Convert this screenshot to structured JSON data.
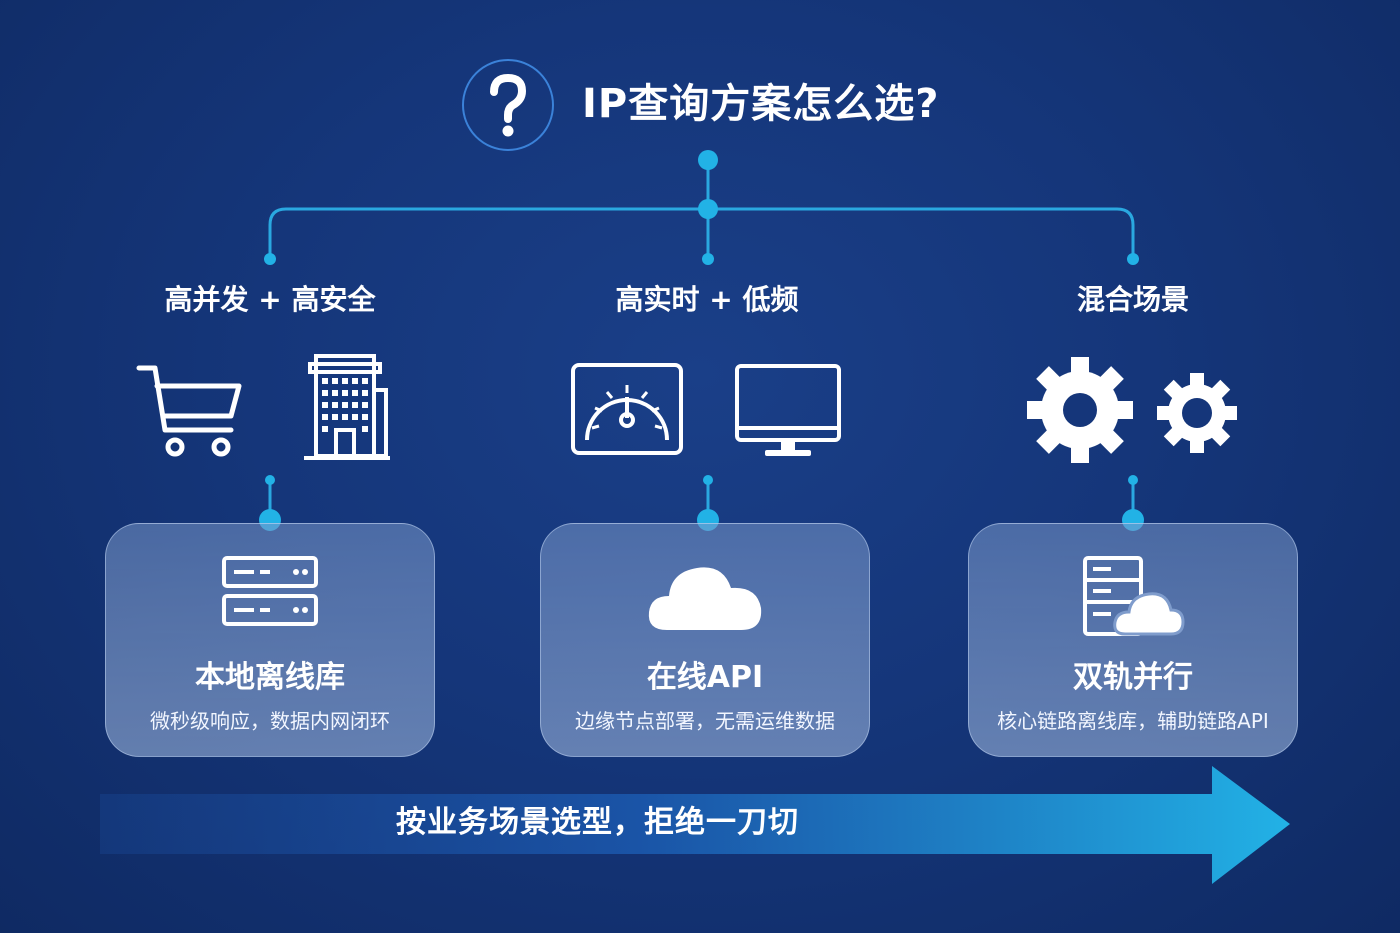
{
  "title": "IP查询方案怎么选?",
  "colors": {
    "accent": "#22b2e6",
    "line": "#2aa8e0",
    "background": "#15367a"
  },
  "categories": [
    {
      "label": "高并发 + 高安全",
      "icons": [
        "shopping-cart-icon",
        "office-building-icon"
      ],
      "card": {
        "icon": "server-rack-icon",
        "title": "本地离线库",
        "subtitle": "微秒级响应，数据内网闭环"
      }
    },
    {
      "label": "高实时 + 低频",
      "icons": [
        "speedometer-gauge-icon",
        "desktop-monitor-icon"
      ],
      "card": {
        "icon": "cloud-icon",
        "title": "在线API",
        "subtitle": "边缘节点部署，无需运维数据"
      }
    },
    {
      "label": "混合场景",
      "icons": [
        "large-gear-icon",
        "small-gear-icon"
      ],
      "card": {
        "icon": "server-cloud-icon",
        "title": "双轨并行",
        "subtitle": "核心链路离线库，辅助链路API"
      }
    }
  ],
  "banner": {
    "text": "按业务场景选型，拒绝一刀切"
  }
}
